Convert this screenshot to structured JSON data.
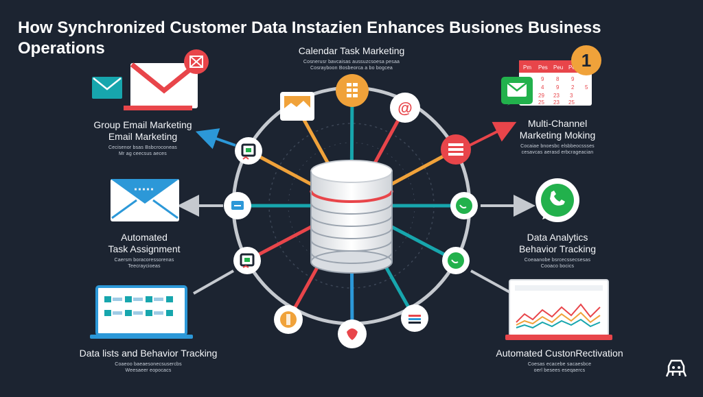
{
  "title": "How Synchronized Customer Data Instazien Enhances Busiones Business Operations",
  "features": {
    "calendar": {
      "heading": "Calendar Task Marketing",
      "desc1": "Cosnerusr bavcaisas aussuzcsoesa pesaa",
      "desc2": "Cosrayboon Bosbeorca a bo bogcea"
    },
    "group_email": {
      "heading1": "Group Email Marketing",
      "heading2": "Email Marketing",
      "desc1": "Cecisenor bsas Bsbcroconeas",
      "desc2": "Mr ag ceecsus aeces"
    },
    "multichannel": {
      "heading1": "Multi-Channel",
      "heading2": "Marketing Moking",
      "desc1": "Cocaiae bnoesbc elsbbeocssses",
      "desc2": "cesavcas aerasd erbcrageacian"
    },
    "task_assignment": {
      "heading1": "Automated",
      "heading2": "Task Assignment",
      "desc1": "Caersm boracoressorenas",
      "desc2": "Teecraycioeas"
    },
    "analytics": {
      "heading1": "Data Analytics",
      "heading2": "Behavior Tracking",
      "desc1": "Coeaanobe bsrcecssecsesas",
      "desc2": "Cooaco bocics"
    },
    "data_lists": {
      "heading": "Data lists and Behavior Tracking",
      "desc1": "Coaeoo baeaesonecsusercbs",
      "desc2": "Weesaeer eopocacs"
    },
    "reactivation": {
      "heading": "Automated CustonRectivation",
      "desc1": "Coesas ecacebe sacaesbce",
      "desc2": "oerl besees eseqaercs"
    }
  },
  "calendar_badge": "1",
  "calendar_days": [
    "Pm",
    "Pes",
    "Peu",
    "Pes"
  ],
  "calendar_dates": [
    "9",
    "8",
    "9",
    "4",
    "9",
    "2",
    "5",
    "29",
    "23",
    "3",
    "25",
    "23",
    "25"
  ],
  "colors": {
    "background": "#1c2431",
    "ring": "#c5c9cf",
    "red": "#e8454a",
    "orange": "#f0a23a",
    "teal": "#17a6ad",
    "blue": "#2c98d8",
    "green": "#22b14c"
  },
  "icons": {
    "hub": "database-icon",
    "nodes": [
      "document-icon",
      "grid-icon",
      "at-sign-icon",
      "list-icon",
      "chat-icon",
      "whatsapp-icon",
      "whatsapp-icon",
      "chart-icon",
      "pin-icon",
      "coin-icon",
      "link-icon",
      "tablet-icon",
      "chat-icon",
      "envelope-icon"
    ]
  }
}
